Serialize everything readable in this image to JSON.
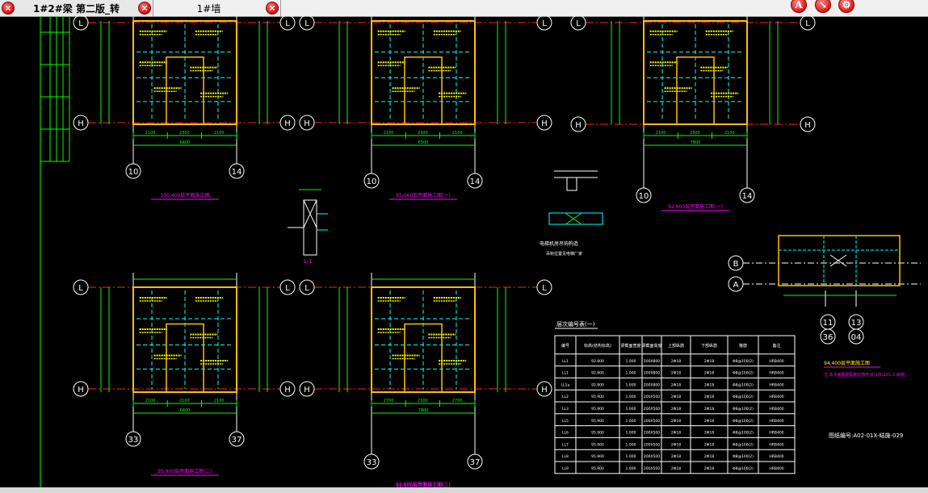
{
  "tabs": [
    {
      "label": "1#2#梁  第二版_转",
      "active": true
    },
    {
      "label": "1#墙",
      "active": false
    }
  ],
  "toolbar": {
    "text_tool_label": "A",
    "pin_tool_label": "↘",
    "settings_tool_label": "⚙"
  },
  "colors": {
    "background": "#000000",
    "axis": "#ffffff",
    "dimension": "#00ff00",
    "wall": "#ffc000",
    "beam": "#00ffff",
    "annotation": "#ffff00",
    "title": "#ff00ff",
    "table": "#ffffff"
  },
  "plans": [
    {
      "left_axis": "10",
      "right_axis": "14",
      "top_axis": "L",
      "bottom_axis": "H",
      "title": "100.400层平面施工图",
      "dims": [
        "2100",
        "2300",
        "2100"
      ],
      "total": "6400"
    },
    {
      "left_axis": "10",
      "right_axis": "14",
      "top_axis": "L",
      "bottom_axis": "H",
      "title": "95.060层平面施工图(一)",
      "dims": [
        "2100",
        "2300",
        "2100"
      ],
      "total": "6500"
    },
    {
      "left_axis": "10",
      "right_axis": "14",
      "top_axis": "L",
      "bottom_axis": "H",
      "title": "92.800层平面施工图(一)",
      "dims": [
        "2100",
        "2300",
        "2100"
      ],
      "total": "7800"
    },
    {
      "left_axis": "33",
      "right_axis": "37",
      "top_axis": "L",
      "bottom_axis": "H",
      "title": "95.900层平面施工图(二)",
      "dims": [
        "2100",
        "2100",
        "2100"
      ],
      "total": "6400"
    },
    {
      "left_axis": "33",
      "right_axis": "37",
      "top_axis": "L",
      "bottom_axis": "H",
      "title": "92.800层平面施工图(二)",
      "dims": [
        "2700",
        "2300",
        "2700"
      ],
      "total": "7800"
    }
  ],
  "detail_section": {
    "label": "L-1"
  },
  "detail_note": {
    "title": "电梯机房吊钩构造",
    "subtitle": "吊钩位置见电梯厂家"
  },
  "right_detail": {
    "axes_row": [
      "B",
      "A"
    ],
    "axes_bottom": [
      "11",
      "13"
    ],
    "axes_bottom2": [
      "36",
      "04"
    ]
  },
  "table": {
    "title": "层次编号表(一)",
    "headers": [
      "编号",
      "标高(结构标高)",
      "梁截面宽度",
      "梁截面高度",
      "上部纵筋",
      "下部纵筋",
      "箍筋",
      "备注"
    ],
    "rows": [
      [
        "LL1",
        "92.800",
        "1.000",
        "200X800",
        "2Φ18",
        "2Φ18",
        "Φ8@100(2)",
        "HRB400"
      ],
      [
        "LL1",
        "92.800",
        "1.000",
        "200X800",
        "2Φ18",
        "2Φ18",
        "Φ8@100(2)",
        "HRB400"
      ],
      [
        "LL1a",
        "92.800",
        "1.000",
        "200X800",
        "2Φ18",
        "2Φ18",
        "Φ8@100(2)",
        "HRB400"
      ],
      [
        "LL2",
        "95.900",
        "1.000",
        "200X500",
        "2Φ18",
        "2Φ18",
        "Φ8@100(2)",
        "HRB400"
      ],
      [
        "LL3",
        "95.900",
        "1.000",
        "200X500",
        "2Φ18",
        "2Φ18",
        "Φ8@100(2)",
        "HRB400"
      ],
      [
        "LL5",
        "95.900",
        "1.000",
        "200X500",
        "2Φ18",
        "2Φ18",
        "Φ8@100(2)",
        "HRB400"
      ],
      [
        "LL6",
        "95.900",
        "1.000",
        "200X500",
        "2Φ18",
        "2Φ18",
        "Φ8@100(2)",
        "HRB400"
      ],
      [
        "LL7",
        "95.900",
        "1.000",
        "200X500",
        "2Φ18",
        "2Φ18",
        "Φ8@100(2)",
        "HRB400"
      ],
      [
        "LL8",
        "95.900",
        "1.000",
        "200X500",
        "2Φ18",
        "2Φ18",
        "Φ8@100(2)",
        "HRB400"
      ],
      [
        "LL9",
        "95.900",
        "1.000",
        "200X500",
        "2Φ18",
        "2Φ18",
        "Φ8@100(2)",
        "HRB400"
      ]
    ]
  },
  "side_note": {
    "line1": "94.400层平面施工图",
    "line2": "注:本平面图梁配筋均按平法(16G101-1)绘制"
  },
  "drawing_number": "图纸编号:A02-01X-结施-029",
  "cut_title": "92.800层平面施工图(二)"
}
